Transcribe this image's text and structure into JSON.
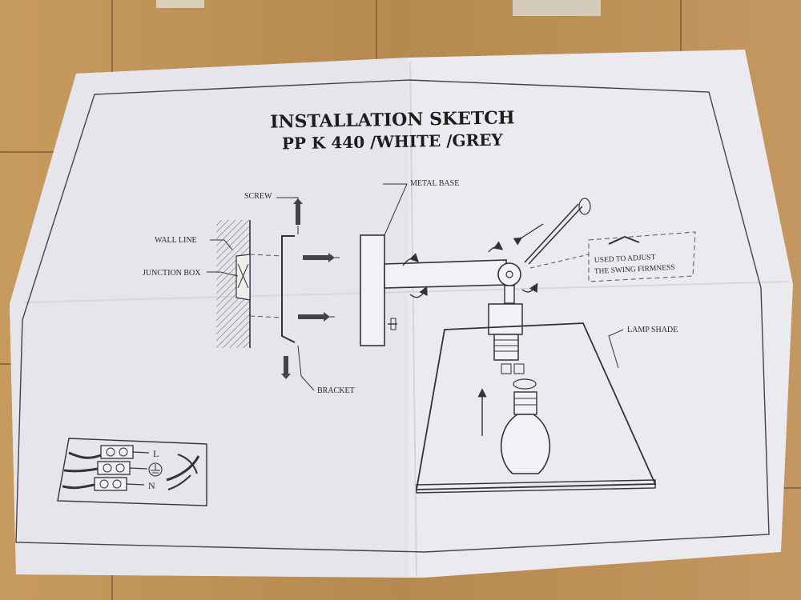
{
  "sheet": {
    "title": "INSTALLATION  SKETCH",
    "subtitle": "PP K 440 /WHITE /GREY"
  },
  "labels": {
    "metal_base": "METAL BASE",
    "screw": "SCREW",
    "wall_line": "WALL LINE",
    "junction_box": "JUNCTION BOX",
    "bracket": "BRACKET",
    "lamp_shade": "LAMP SHADE",
    "adjust_line1": "USED TO ADJUST",
    "adjust_line2": "THE SWING FIRMNESS"
  },
  "wiring": {
    "live": "L",
    "neutral": "N"
  },
  "colors": {
    "table_wood": "#b98d57",
    "paper": "#e9e8ee",
    "ink": "#2a2a2a"
  }
}
